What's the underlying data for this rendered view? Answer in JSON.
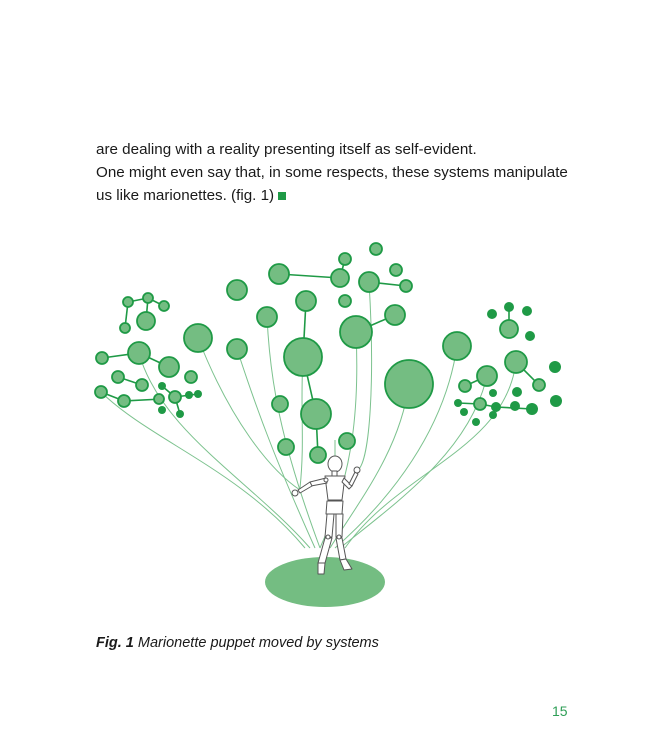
{
  "body": {
    "lines": [
      "are dealing with a reality presenting itself as self-evident.",
      "One might even say that, in some respects, these systems manipulate",
      "us like marionettes. (fig. 1)"
    ]
  },
  "figure": {
    "caption_label": "Fig. 1",
    "caption_text": "Marionette puppet moved by systems",
    "colors": {
      "node_fill": "#74bd82",
      "node_stroke": "#1f9a46",
      "dark_node": "#1f9a46",
      "string": "#7cc28e",
      "ground": "#74bd82",
      "puppet": "#555555"
    }
  },
  "page": {
    "number": "15"
  }
}
